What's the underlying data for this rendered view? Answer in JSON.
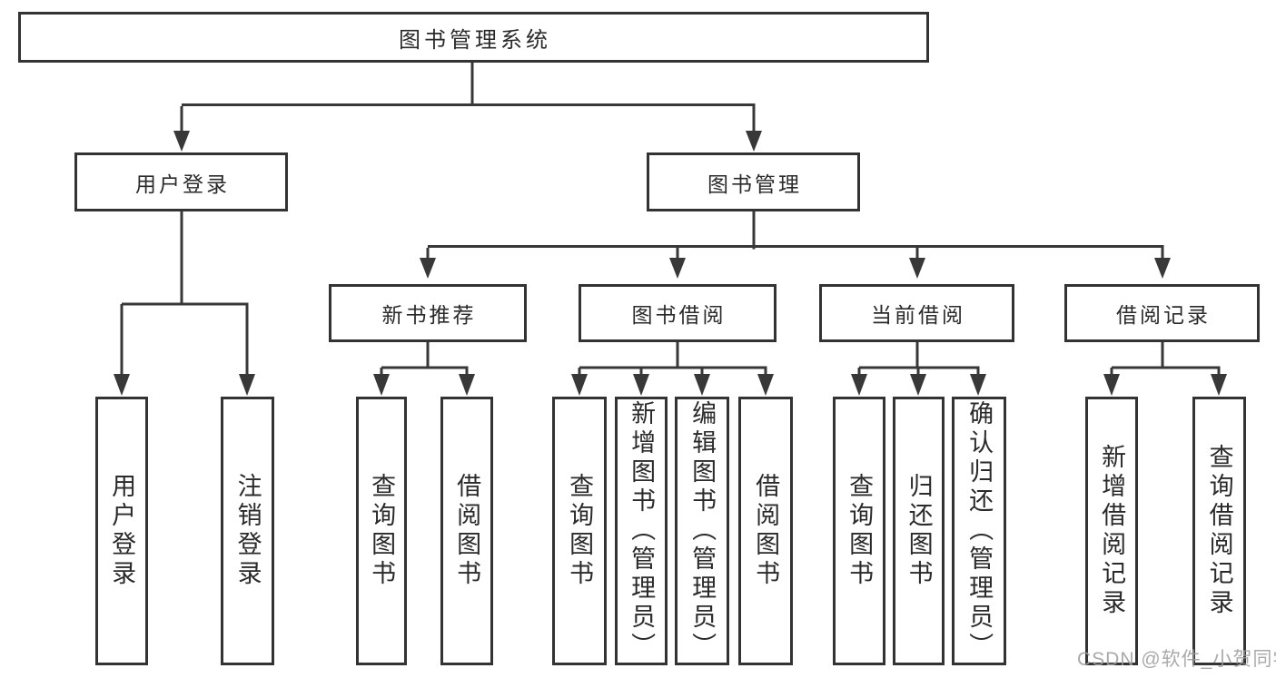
{
  "diagram": {
    "root": "图书管理系统",
    "user_login": {
      "label": "用户登录",
      "children": [
        "用户登录",
        "注销登录"
      ]
    },
    "book_mgmt": {
      "label": "图书管理",
      "groups": [
        {
          "label": "新书推荐",
          "children": [
            "查询图书",
            "借阅图书"
          ]
        },
        {
          "label": "图书借阅",
          "children": [
            "查询图书",
            "新增图书（管理员）",
            "编辑图书（管理员）",
            "借阅图书"
          ]
        },
        {
          "label": "当前借阅",
          "children": [
            "查询图书",
            "归还图书",
            "确认归还（管理员）"
          ]
        },
        {
          "label": "借阅记录",
          "children": [
            "新增借阅记录",
            "查询借阅记录"
          ]
        }
      ]
    }
  },
  "watermark": "CSDN @软件_小贺同学",
  "colors": {
    "line": "#383838",
    "box_border": "#333333",
    "text": "#2a2a2a",
    "background": "#ffffff",
    "watermark": "#9e9e9e"
  }
}
